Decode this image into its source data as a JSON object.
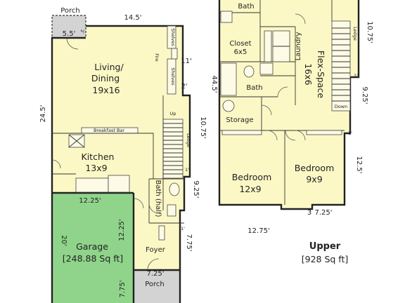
{
  "lower": {
    "porch_top": {
      "name": "Porch",
      "size": "5.5'",
      "dim": "2'"
    },
    "living_dining": {
      "line1": "Living/",
      "line2": "Dining",
      "size": "19x16"
    },
    "kitchen": {
      "name": "Kitchen",
      "size": "13x9"
    },
    "breakfast_bar": "Breakfast Bar",
    "fire": "Fire",
    "shelves_top": "Shelves",
    "shelves_mid": "Shelves",
    "up": "Up",
    "ledge": "Ledge",
    "bath_half": "Bath (half)",
    "garage": {
      "name": "Garage",
      "area": "[248.88 Sq ft]"
    },
    "foyer": "Foyer",
    "porch_bottom": "Porch",
    "dims": {
      "top_width": "14.5'",
      "left_height": "24.5'",
      "right_11": "11'",
      "right_2": "2'",
      "stair_1075": "10.75'",
      "stair_1": "1'",
      "right_925": "9.25'",
      "garage_width": "12.25'",
      "garage_inner": "12.25'",
      "garage_left": "20'",
      "foyer_1": "1'",
      "foyer_775": "7.75'",
      "porch_725": "7.25'",
      "porch_775": "7.75'"
    }
  },
  "upper": {
    "bath_top": "Bath",
    "closet": {
      "name": "Closet",
      "size": "6x5"
    },
    "laundry": "Laundry",
    "flex_space": {
      "name": "Flex-Space",
      "size": "16x6"
    },
    "bath_mid": "Bath",
    "storage": "Storage",
    "ledge": "Ledge",
    "down": "Down",
    "bedroom1": {
      "name": "Bedroom",
      "size": "12x9"
    },
    "bedroom2": {
      "name": "Bedroom",
      "size": "9x9"
    },
    "dims": {
      "left_height": "44.5'",
      "right_1075": "10.75'",
      "right_1_top": "1'",
      "right_925": "9.25'",
      "right_1_mid": "1'",
      "right_125": "12.5'",
      "bottom_725_a": "3",
      "bottom_725": "7.25'",
      "bottom_1275": "12.75'"
    },
    "title": "Upper",
    "area": "[928 Sq ft]"
  }
}
